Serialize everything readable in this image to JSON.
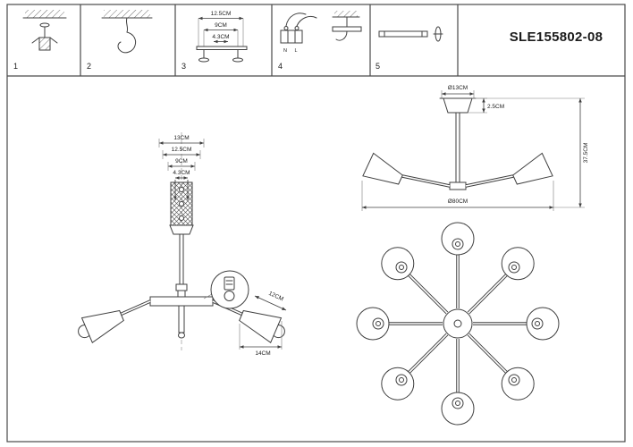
{
  "header": {
    "model": "SLE155802-08"
  },
  "panels": {
    "p1": "1",
    "p2": "2",
    "p3": "3",
    "p4": "4",
    "p5": "5"
  },
  "panel3": {
    "d125": "12.5CM",
    "d9": "9CM",
    "d43": "4.3CM"
  },
  "panel4": {
    "n": "N",
    "l": "L"
  },
  "front": {
    "d13": "13CM",
    "d125": "12.5CM",
    "d9": "9CM",
    "d43": "4.3CM",
    "d12": "12CM",
    "d14": "14CM"
  },
  "side": {
    "dia13": "Ø13CM",
    "h25": "2.5CM",
    "h375": "37.5CM",
    "dia80": "Ø80CM"
  }
}
